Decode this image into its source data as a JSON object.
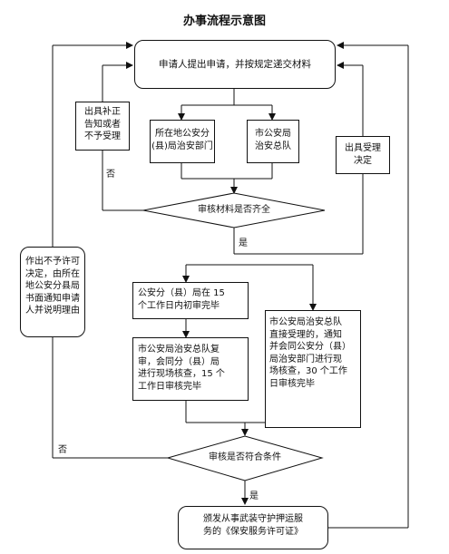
{
  "title": "办事流程示意图",
  "nodes": {
    "apply": "申请人提出申请，并按规定递交材料",
    "county": "所在地公安分\n(县)局治安部门",
    "city": "市公安局\n治安总队",
    "supplement": "出具补正\n告知或者\n不予受理",
    "accept": "出具受理\n决定",
    "check_materials": "审核材料是否齐全",
    "deny": "作出不予许可\n决定，由所在\n地公安分县局\n书面通知申请\n人并说明理由",
    "first_review": "公安分（县）局在 15\n个工作日内初审完毕",
    "city_review": "市公安局治安总队复\n审，会同分（县）局\n进行现场核查，15 个\n工作日审核完毕",
    "direct_accept": "市公安局治安总队\n直接受理的，通知\n并会同公安分（县）\n局治安部门进行现\n场核查，30 个工作\n日审核完毕",
    "check_conditions": "审核是否符合条件",
    "issue": "颁发从事武装守护押运服\n务的《保安服务许可证》"
  },
  "edge_labels": {
    "no_1": "否",
    "yes_1": "是",
    "no_2": "否",
    "yes_2": "是"
  }
}
